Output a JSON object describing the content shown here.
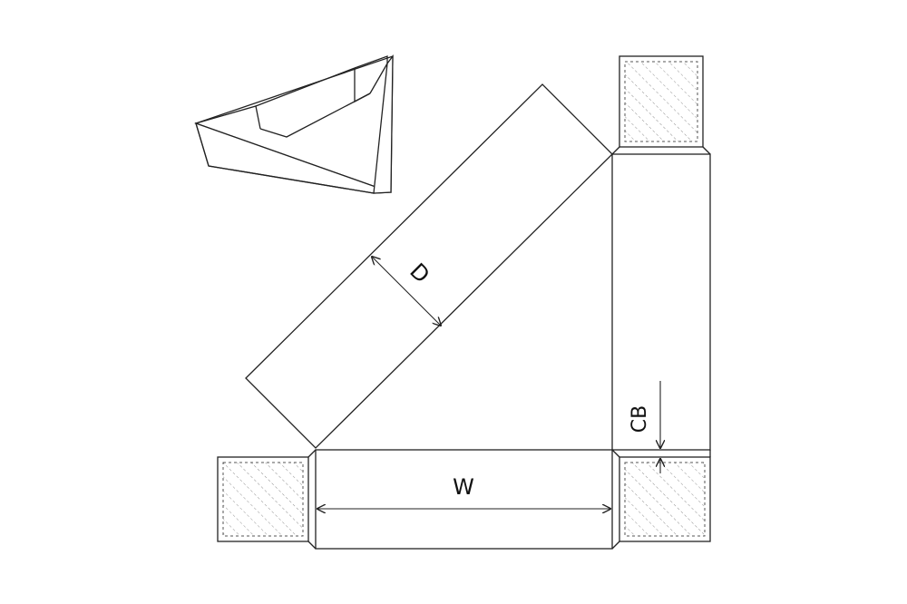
{
  "diagram": {
    "labels": {
      "depth": "D",
      "width": "W",
      "corner_base": "CB"
    },
    "colors": {
      "line": "#222222",
      "hatch": "#777777",
      "background": "#ffffff"
    }
  }
}
